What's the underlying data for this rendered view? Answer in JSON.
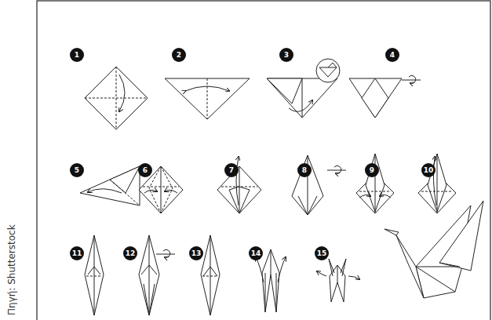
{
  "diagram": {
    "labels": [
      "1",
      "2",
      "3",
      "4",
      "5",
      "6",
      "7",
      "8",
      "9",
      "10",
      "11",
      "12",
      "13",
      "14",
      "15",
      "Πηγή: Shutterstock"
    ]
  }
}
